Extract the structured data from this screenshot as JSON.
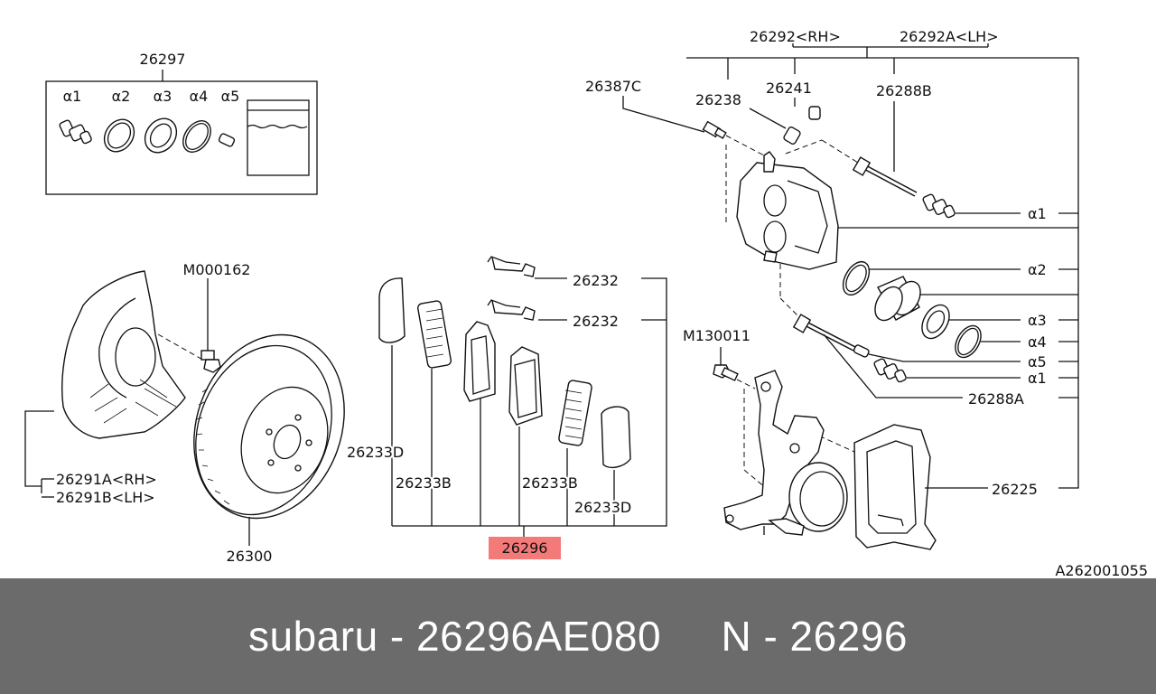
{
  "kit_box": {
    "title": "26297",
    "items": [
      "α1",
      "α2",
      "α3",
      "α4",
      "α5"
    ]
  },
  "labels": {
    "p26292": "26292<RH>",
    "p26292A": "26292A<LH>",
    "p26387C": "26387C",
    "p26238": "26238",
    "p26241": "26241",
    "p26288B": "26288B",
    "alpha1_top": "α1",
    "alpha2": "α2",
    "alpha3": "α3",
    "alpha4": "α4",
    "alpha5": "α5",
    "alpha1_bottom": "α1",
    "p26288A": "26288A",
    "p26225": "26225",
    "M130011": "M130011",
    "p26232_top": "26232",
    "p26232_bottom": "26232",
    "p26233D_left": "26233D",
    "p26233B_left": "26233B",
    "p26233B_right": "26233B",
    "p26233D_right": "26233D",
    "p26296": "26296",
    "M000162": "M000162",
    "p26291A": "26291A<RH>",
    "p26291B": "26291B<LH>",
    "p26300": "26300",
    "diagram_code": "A262001055"
  },
  "highlight_color": "#f47a7a",
  "footer": {
    "text": "subaru - 26296AE080     N - 26296"
  }
}
